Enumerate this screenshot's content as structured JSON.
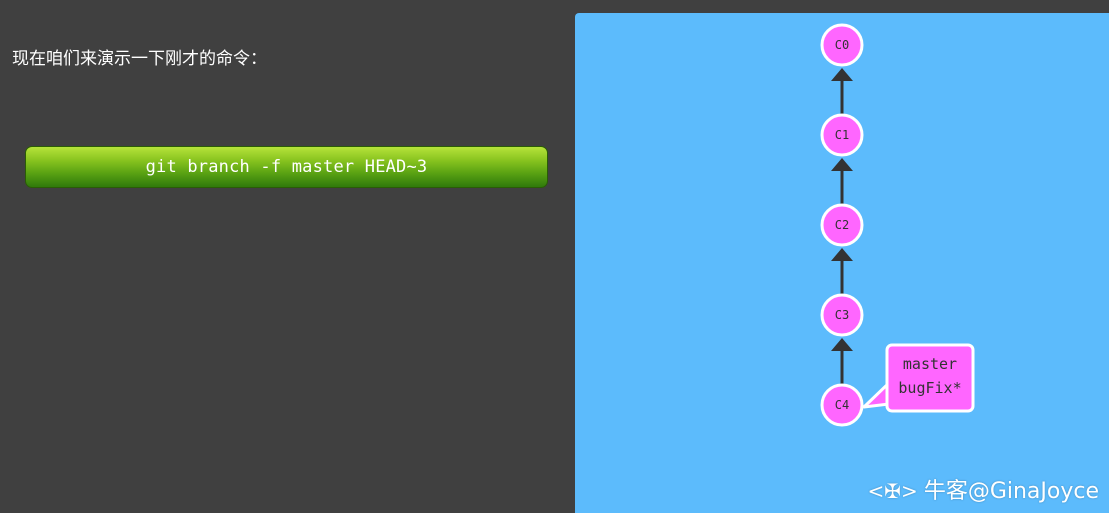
{
  "intro": {
    "text": "现在咱们来演示一下刚才的命令："
  },
  "command": {
    "label": "git branch -f master HEAD~3"
  },
  "tree": {
    "commits": [
      {
        "id": "C0",
        "label": "C0"
      },
      {
        "id": "C1",
        "label": "C1"
      },
      {
        "id": "C2",
        "label": "C2"
      },
      {
        "id": "C3",
        "label": "C3"
      },
      {
        "id": "C4",
        "label": "C4"
      }
    ],
    "branches": {
      "lines": [
        "master",
        "bugFix*"
      ],
      "target": "C4"
    },
    "colors": {
      "background": "#5cbbfc",
      "commit_fill": "#ff66ff",
      "commit_stroke": "#ffffff",
      "edge": "#333333",
      "branch_fill": "#ff66ff"
    }
  },
  "watermark": {
    "logo": "<✠>",
    "text": "牛客@GinaJoyce"
  }
}
